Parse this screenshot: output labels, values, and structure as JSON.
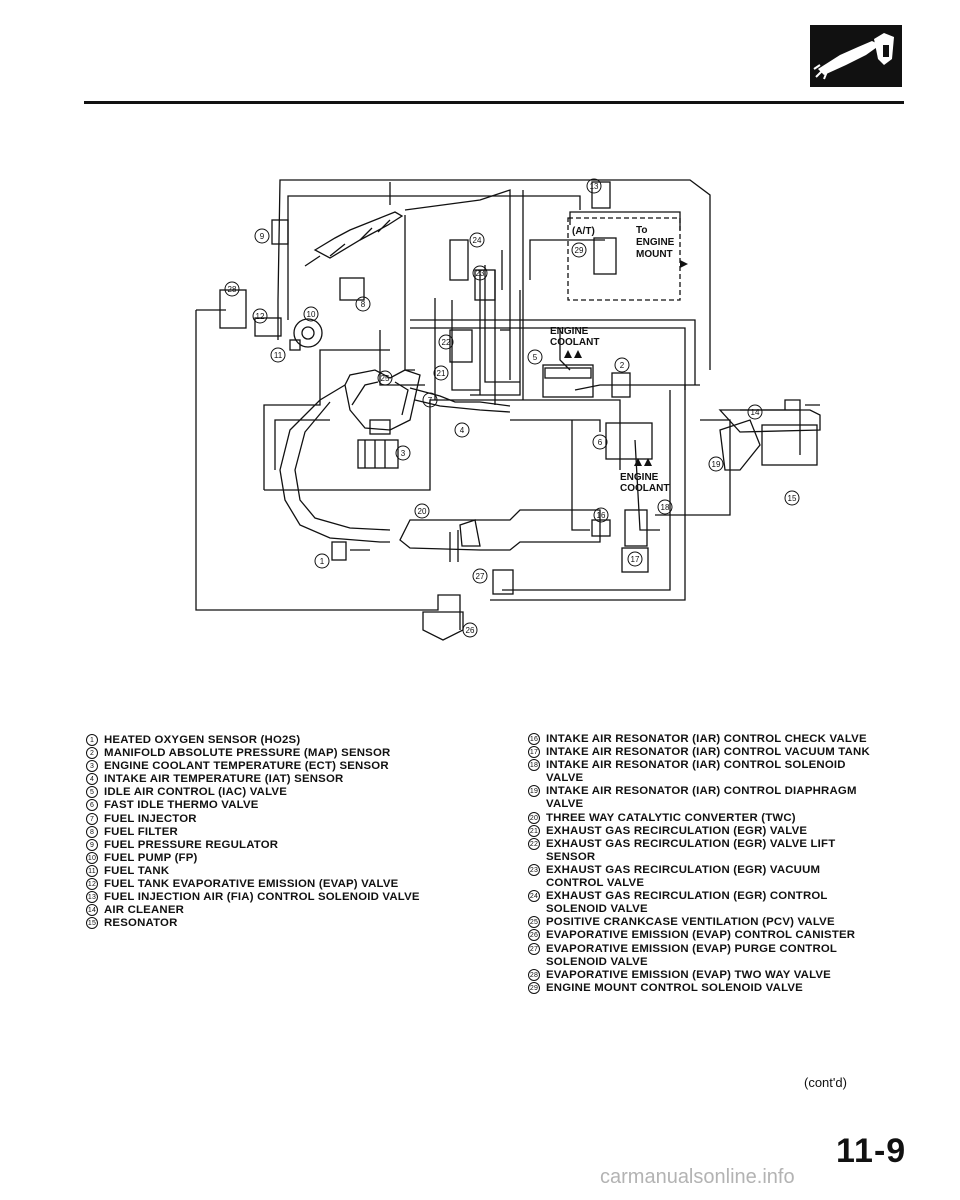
{
  "diagram": {
    "at_label": "(A/T)",
    "to_engine_mount": [
      "To",
      "ENGINE",
      "MOUNT"
    ],
    "engine_coolant_label": [
      "ENGINE",
      "COOLANT"
    ]
  },
  "legend_left": [
    {
      "num": "1",
      "text": "HEATED OXYGEN SENSOR (HO2S)"
    },
    {
      "num": "2",
      "text": "MANIFOLD ABSOLUTE PRESSURE (MAP) SENSOR"
    },
    {
      "num": "3",
      "text": "ENGINE COOLANT TEMPERATURE (ECT) SENSOR"
    },
    {
      "num": "4",
      "text": "INTAKE AIR TEMPERATURE (IAT) SENSOR"
    },
    {
      "num": "5",
      "text": "IDLE AIR CONTROL (IAC) VALVE"
    },
    {
      "num": "6",
      "text": "FAST IDLE THERMO VALVE"
    },
    {
      "num": "7",
      "text": "FUEL INJECTOR"
    },
    {
      "num": "8",
      "text": "FUEL FILTER"
    },
    {
      "num": "9",
      "text": "FUEL PRESSURE REGULATOR"
    },
    {
      "num": "10",
      "text": "FUEL PUMP (FP)"
    },
    {
      "num": "11",
      "text": "FUEL TANK"
    },
    {
      "num": "12",
      "text": "FUEL TANK EVAPORATIVE EMISSION (EVAP) VALVE"
    },
    {
      "num": "13",
      "text": "FUEL INJECTION AIR (FIA) CONTROL SOLENOID VALVE"
    },
    {
      "num": "14",
      "text": "AIR CLEANER"
    },
    {
      "num": "15",
      "text": "RESONATOR"
    }
  ],
  "legend_right": [
    {
      "num": "16",
      "text": "INTAKE AIR RESONATOR (IAR) CONTROL CHECK VALVE"
    },
    {
      "num": "17",
      "text": "INTAKE AIR RESONATOR (IAR) CONTROL VACUUM TANK"
    },
    {
      "num": "18",
      "text": "INTAKE AIR RESONATOR (IAR) CONTROL SOLENOID VALVE"
    },
    {
      "num": "19",
      "text": "INTAKE AIR RESONATOR (IAR) CONTROL DIAPHRAGM VALVE"
    },
    {
      "num": "20",
      "text": "THREE WAY CATALYTIC CONVERTER (TWC)"
    },
    {
      "num": "21",
      "text": "EXHAUST GAS RECIRCULATION (EGR) VALVE"
    },
    {
      "num": "22",
      "text": "EXHAUST GAS RECIRCULATION (EGR) VALVE LIFT SENSOR"
    },
    {
      "num": "23",
      "text": "EXHAUST GAS RECIRCULATION (EGR) VACUUM CONTROL VALVE"
    },
    {
      "num": "24",
      "text": "EXHAUST GAS RECIRCULATION (EGR) CONTROL SOLENOID VALVE"
    },
    {
      "num": "25",
      "text": "POSITIVE CRANKCASE VENTILATION (PCV) VALVE"
    },
    {
      "num": "26",
      "text": "EVAPORATIVE EMISSION (EVAP) CONTROL CANISTER"
    },
    {
      "num": "27",
      "text": "EVAPORATIVE EMISSION (EVAP) PURGE CONTROL SOLENOID VALVE"
    },
    {
      "num": "28",
      "text": "EVAPORATIVE EMISSION (EVAP) TWO WAY VALVE"
    },
    {
      "num": "29",
      "text": "ENGINE MOUNT CONTROL SOLENOID VALVE"
    }
  ],
  "callouts": [
    {
      "num": "1"
    },
    {
      "num": "2"
    },
    {
      "num": "3"
    },
    {
      "num": "4"
    },
    {
      "num": "5"
    },
    {
      "num": "6"
    },
    {
      "num": "7"
    },
    {
      "num": "8"
    },
    {
      "num": "9"
    },
    {
      "num": "10"
    },
    {
      "num": "11"
    },
    {
      "num": "12"
    },
    {
      "num": "13"
    },
    {
      "num": "14"
    },
    {
      "num": "15"
    },
    {
      "num": "16"
    },
    {
      "num": "17"
    },
    {
      "num": "18"
    },
    {
      "num": "19"
    },
    {
      "num": "20"
    },
    {
      "num": "21"
    },
    {
      "num": "22"
    },
    {
      "num": "23"
    },
    {
      "num": "24"
    },
    {
      "num": "25"
    },
    {
      "num": "26"
    },
    {
      "num": "27"
    },
    {
      "num": "28"
    },
    {
      "num": "29"
    }
  ],
  "footer": {
    "contd": "(cont'd)",
    "page_number": "11-9",
    "watermark": "carmanualsonline.info"
  }
}
